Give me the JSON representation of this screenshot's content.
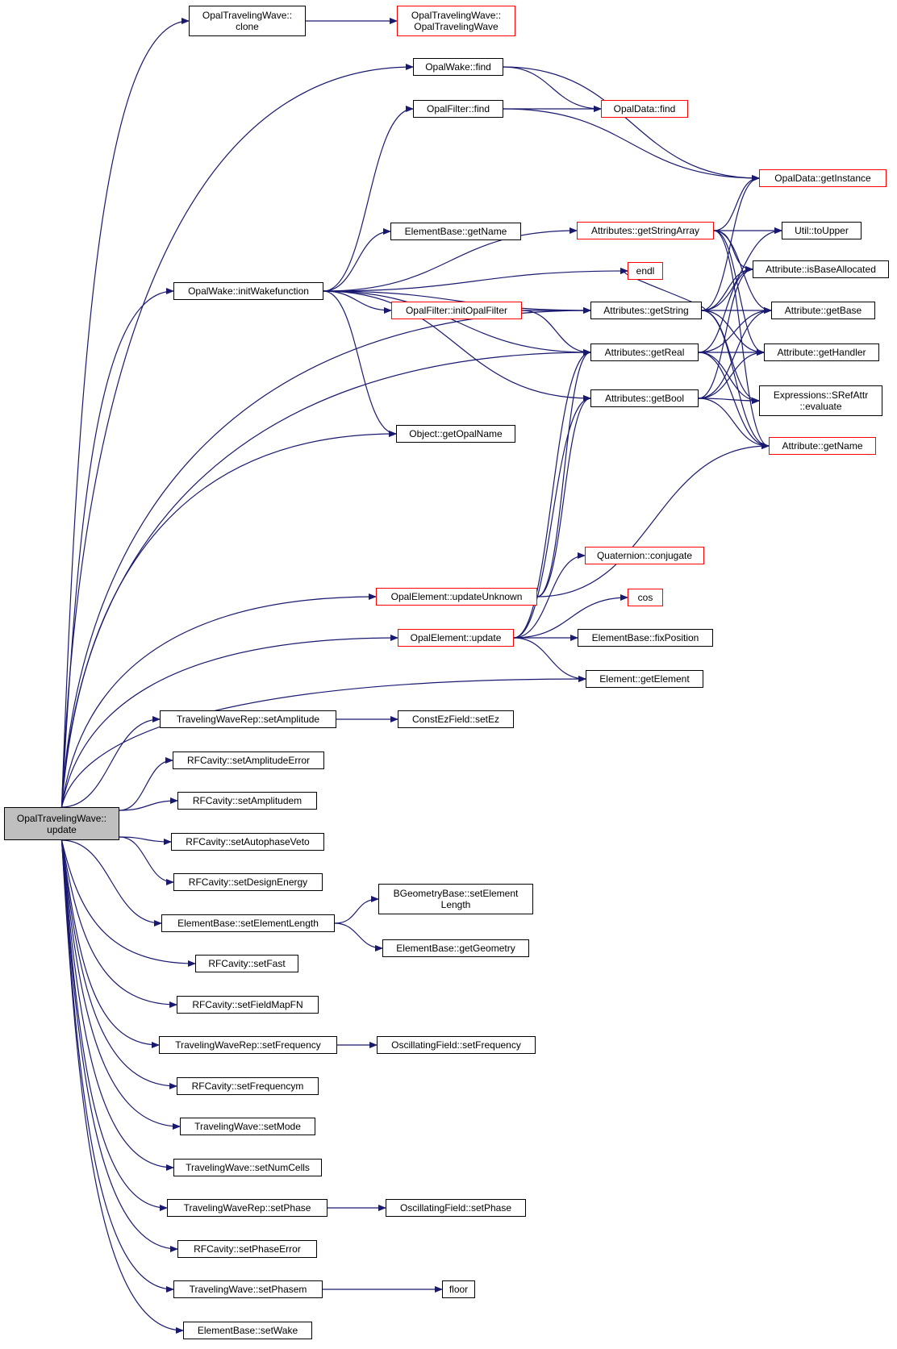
{
  "graph": {
    "edge_color": "#191970",
    "nodes": [
      {
        "id": "root",
        "lines": [
          "OpalTravelingWave::",
          "update"
        ],
        "style": "focus"
      },
      {
        "id": "clone",
        "lines": [
          "OpalTravelingWave::",
          "clone"
        ],
        "style": "normal"
      },
      {
        "id": "ctor",
        "lines": [
          "OpalTravelingWave::",
          "OpalTravelingWave"
        ],
        "style": "red"
      },
      {
        "id": "wakefind",
        "lines": [
          "OpalWake::find"
        ],
        "style": "normal"
      },
      {
        "id": "filterfind",
        "lines": [
          "OpalFilter::find"
        ],
        "style": "normal"
      },
      {
        "id": "datafind",
        "lines": [
          "OpalData::find"
        ],
        "style": "red"
      },
      {
        "id": "getinstance",
        "lines": [
          "OpalData::getInstance"
        ],
        "style": "red"
      },
      {
        "id": "getstringarray",
        "lines": [
          "Attributes::getStringArray"
        ],
        "style": "red"
      },
      {
        "id": "toupper",
        "lines": [
          "Util::toUpper"
        ],
        "style": "normal"
      },
      {
        "id": "elemgetname",
        "lines": [
          "ElementBase::getName"
        ],
        "style": "normal"
      },
      {
        "id": "isbase",
        "lines": [
          "Attribute::isBaseAllocated"
        ],
        "style": "normal"
      },
      {
        "id": "endl",
        "lines": [
          "endl"
        ],
        "style": "red"
      },
      {
        "id": "initwake",
        "lines": [
          "OpalWake::initWakefunction"
        ],
        "style": "normal"
      },
      {
        "id": "initfilter",
        "lines": [
          "OpalFilter::initOpalFilter"
        ],
        "style": "red"
      },
      {
        "id": "getstring",
        "lines": [
          "Attributes::getString"
        ],
        "style": "normal"
      },
      {
        "id": "getbase",
        "lines": [
          "Attribute::getBase"
        ],
        "style": "normal"
      },
      {
        "id": "getreal",
        "lines": [
          "Attributes::getReal"
        ],
        "style": "normal"
      },
      {
        "id": "gethandler",
        "lines": [
          "Attribute::getHandler"
        ],
        "style": "normal"
      },
      {
        "id": "srefattr",
        "lines": [
          "Expressions::SRefAttr",
          "::evaluate"
        ],
        "style": "normal"
      },
      {
        "id": "getbool",
        "lines": [
          "Attributes::getBool"
        ],
        "style": "normal"
      },
      {
        "id": "getopalname",
        "lines": [
          "Object::getOpalName"
        ],
        "style": "normal"
      },
      {
        "id": "attrgetname",
        "lines": [
          "Attribute::getName"
        ],
        "style": "red"
      },
      {
        "id": "conjugate",
        "lines": [
          "Quaternion::conjugate"
        ],
        "style": "red"
      },
      {
        "id": "updateunknown",
        "lines": [
          "OpalElement::updateUnknown"
        ],
        "style": "red"
      },
      {
        "id": "cos",
        "lines": [
          "cos"
        ],
        "style": "red"
      },
      {
        "id": "elemupdate",
        "lines": [
          "OpalElement::update"
        ],
        "style": "red"
      },
      {
        "id": "fixposition",
        "lines": [
          "ElementBase::fixPosition"
        ],
        "style": "normal"
      },
      {
        "id": "getelement",
        "lines": [
          "Element::getElement"
        ],
        "style": "normal"
      },
      {
        "id": "setamplitude",
        "lines": [
          "TravelingWaveRep::setAmplitude"
        ],
        "style": "normal"
      },
      {
        "id": "setez",
        "lines": [
          "ConstEzField::setEz"
        ],
        "style": "normal"
      },
      {
        "id": "setamplitudeerror",
        "lines": [
          "RFCavity::setAmplitudeError"
        ],
        "style": "normal"
      },
      {
        "id": "setamplitudem",
        "lines": [
          "RFCavity::setAmplitudem"
        ],
        "style": "normal"
      },
      {
        "id": "setautophaseveto",
        "lines": [
          "RFCavity::setAutophaseVeto"
        ],
        "style": "normal"
      },
      {
        "id": "setdesignenergy",
        "lines": [
          "RFCavity::setDesignEnergy"
        ],
        "style": "normal"
      },
      {
        "id": "setelementlength",
        "lines": [
          "ElementBase::setElementLength"
        ],
        "style": "normal"
      },
      {
        "id": "bgsetlength",
        "lines": [
          "BGeometryBase::setElement",
          "Length"
        ],
        "style": "normal"
      },
      {
        "id": "getgeometry",
        "lines": [
          "ElementBase::getGeometry"
        ],
        "style": "normal"
      },
      {
        "id": "setfast",
        "lines": [
          "RFCavity::setFast"
        ],
        "style": "normal"
      },
      {
        "id": "setfieldmapfn",
        "lines": [
          "RFCavity::setFieldMapFN"
        ],
        "style": "normal"
      },
      {
        "id": "setfrequency",
        "lines": [
          "TravelingWaveRep::setFrequency"
        ],
        "style": "normal"
      },
      {
        "id": "oscsetfrequency",
        "lines": [
          "OscillatingField::setFrequency"
        ],
        "style": "normal"
      },
      {
        "id": "setfrequencym",
        "lines": [
          "RFCavity::setFrequencym"
        ],
        "style": "normal"
      },
      {
        "id": "setmode",
        "lines": [
          "TravelingWave::setMode"
        ],
        "style": "normal"
      },
      {
        "id": "setnumcells",
        "lines": [
          "TravelingWave::setNumCells"
        ],
        "style": "normal"
      },
      {
        "id": "setphase",
        "lines": [
          "TravelingWaveRep::setPhase"
        ],
        "style": "normal"
      },
      {
        "id": "oscsetphase",
        "lines": [
          "OscillatingField::setPhase"
        ],
        "style": "normal"
      },
      {
        "id": "setphaseerror",
        "lines": [
          "RFCavity::setPhaseError"
        ],
        "style": "normal"
      },
      {
        "id": "setphasem",
        "lines": [
          "TravelingWave::setPhasem"
        ],
        "style": "normal"
      },
      {
        "id": "floor",
        "lines": [
          "floor"
        ],
        "style": "normal"
      },
      {
        "id": "setwake",
        "lines": [
          "ElementBase::setWake"
        ],
        "style": "normal"
      }
    ],
    "edges": [
      [
        "root",
        "clone"
      ],
      [
        "clone",
        "ctor"
      ],
      [
        "root",
        "wakefind"
      ],
      [
        "wakefind",
        "datafind"
      ],
      [
        "wakefind",
        "getinstance"
      ],
      [
        "filterfind",
        "datafind"
      ],
      [
        "filterfind",
        "getinstance"
      ],
      [
        "initwake",
        "filterfind"
      ],
      [
        "initwake",
        "getstringarray"
      ],
      [
        "initwake",
        "elemgetname"
      ],
      [
        "initwake",
        "endl"
      ],
      [
        "initwake",
        "initfilter"
      ],
      [
        "initwake",
        "getstring"
      ],
      [
        "initwake",
        "getreal"
      ],
      [
        "initwake",
        "getbool"
      ],
      [
        "initwake",
        "getopalname"
      ],
      [
        "root",
        "initwake"
      ],
      [
        "getstringarray",
        "getinstance"
      ],
      [
        "getstringarray",
        "toupper"
      ],
      [
        "getstringarray",
        "isbase"
      ],
      [
        "getstringarray",
        "getbase"
      ],
      [
        "getstringarray",
        "gethandler"
      ],
      [
        "getstringarray",
        "attrgetname"
      ],
      [
        "initfilter",
        "getstring"
      ],
      [
        "initfilter",
        "getreal"
      ],
      [
        "getstring",
        "endl"
      ],
      [
        "getstring",
        "getinstance"
      ],
      [
        "getstring",
        "toupper"
      ],
      [
        "getstring",
        "isbase"
      ],
      [
        "getstring",
        "getbase"
      ],
      [
        "getstring",
        "gethandler"
      ],
      [
        "getstring",
        "srefattr"
      ],
      [
        "getstring",
        "attrgetname"
      ],
      [
        "getreal",
        "isbase"
      ],
      [
        "getreal",
        "getbase"
      ],
      [
        "getreal",
        "gethandler"
      ],
      [
        "getreal",
        "srefattr"
      ],
      [
        "getreal",
        "attrgetname"
      ],
      [
        "getbool",
        "isbase"
      ],
      [
        "getbool",
        "getbase"
      ],
      [
        "getbool",
        "gethandler"
      ],
      [
        "getbool",
        "srefattr"
      ],
      [
        "getbool",
        "attrgetname"
      ],
      [
        "root",
        "getopalname"
      ],
      [
        "root",
        "getstring"
      ],
      [
        "root",
        "getreal"
      ],
      [
        "root",
        "updateunknown"
      ],
      [
        "updateunknown",
        "getreal"
      ],
      [
        "updateunknown",
        "getbool"
      ],
      [
        "updateunknown",
        "attrgetname"
      ],
      [
        "root",
        "elemupdate"
      ],
      [
        "elemupdate",
        "getreal"
      ],
      [
        "elemupdate",
        "getbool"
      ],
      [
        "elemupdate",
        "conjugate"
      ],
      [
        "elemupdate",
        "cos"
      ],
      [
        "elemupdate",
        "fixposition"
      ],
      [
        "elemupdate",
        "getelement"
      ],
      [
        "root",
        "getelement"
      ],
      [
        "root",
        "setamplitude"
      ],
      [
        "setamplitude",
        "setez"
      ],
      [
        "root",
        "setamplitudeerror"
      ],
      [
        "root",
        "setamplitudem"
      ],
      [
        "root",
        "setautophaseveto"
      ],
      [
        "root",
        "setdesignenergy"
      ],
      [
        "root",
        "setelementlength"
      ],
      [
        "setelementlength",
        "bgsetlength"
      ],
      [
        "setelementlength",
        "getgeometry"
      ],
      [
        "root",
        "setfast"
      ],
      [
        "root",
        "setfieldmapfn"
      ],
      [
        "root",
        "setfrequency"
      ],
      [
        "setfrequency",
        "oscsetfrequency"
      ],
      [
        "root",
        "setfrequencym"
      ],
      [
        "root",
        "setmode"
      ],
      [
        "root",
        "setnumcells"
      ],
      [
        "root",
        "setphase"
      ],
      [
        "setphase",
        "oscsetphase"
      ],
      [
        "root",
        "setphaseerror"
      ],
      [
        "root",
        "setphasem"
      ],
      [
        "setphasem",
        "floor"
      ],
      [
        "root",
        "setwake"
      ]
    ]
  }
}
